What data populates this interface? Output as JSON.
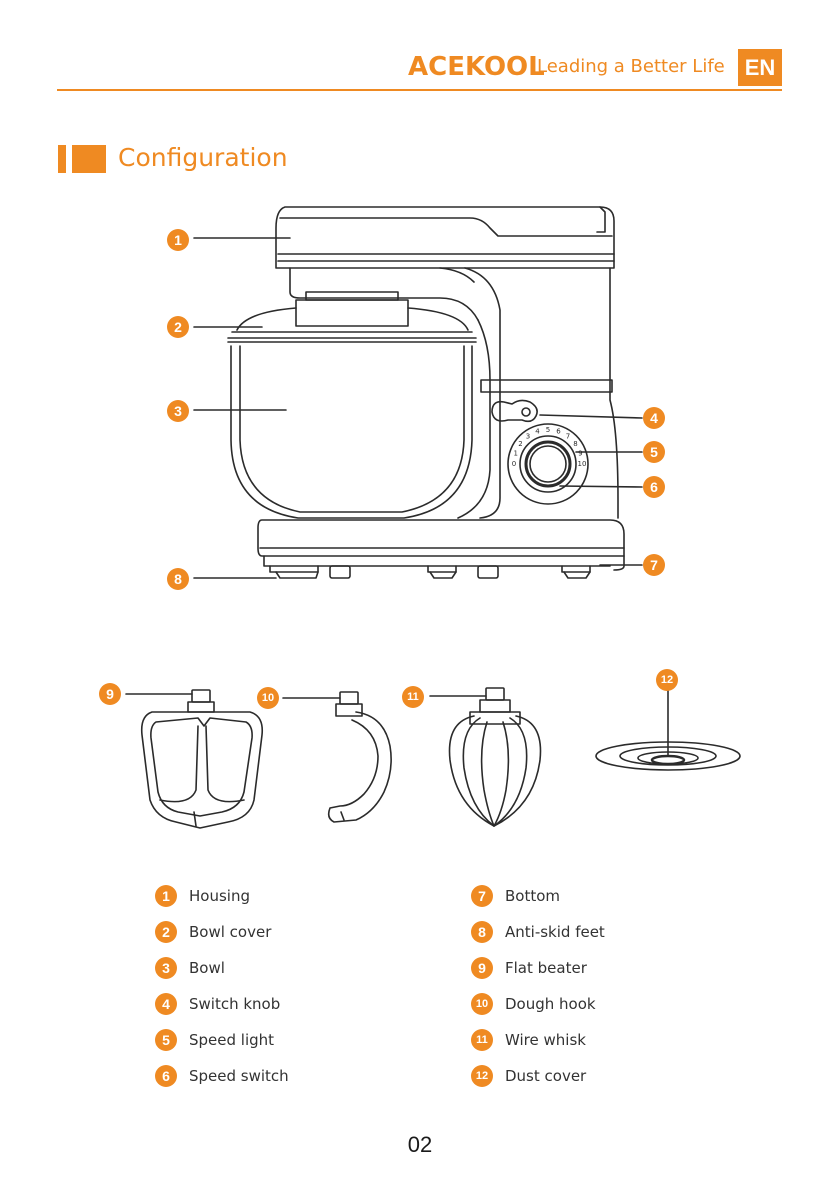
{
  "header": {
    "brand": "ACEKOOL",
    "tagline": "Leading a Better Life",
    "language": "EN"
  },
  "section": {
    "title": "Configuration"
  },
  "legend": [
    {
      "num": "1",
      "label": "Housing"
    },
    {
      "num": "2",
      "label": "Bowl cover"
    },
    {
      "num": "3",
      "label": "Bowl"
    },
    {
      "num": "4",
      "label": "Switch knob"
    },
    {
      "num": "5",
      "label": "Speed light"
    },
    {
      "num": "6",
      "label": "Speed switch"
    },
    {
      "num": "7",
      "label": "Bottom"
    },
    {
      "num": "8",
      "label": "Anti-skid feet"
    },
    {
      "num": "9",
      "label": "Flat beater"
    },
    {
      "num": "10",
      "label": "Dough hook"
    },
    {
      "num": "11",
      "label": "Wire whisk"
    },
    {
      "num": "12",
      "label": "Dust cover"
    }
  ],
  "dial_marks": [
    "0",
    "1",
    "2",
    "3",
    "4",
    "5",
    "6",
    "7",
    "8",
    "9",
    "10"
  ],
  "page_number": "02",
  "colors": {
    "accent": "#ef8a22",
    "line": "#2b2b2b"
  }
}
